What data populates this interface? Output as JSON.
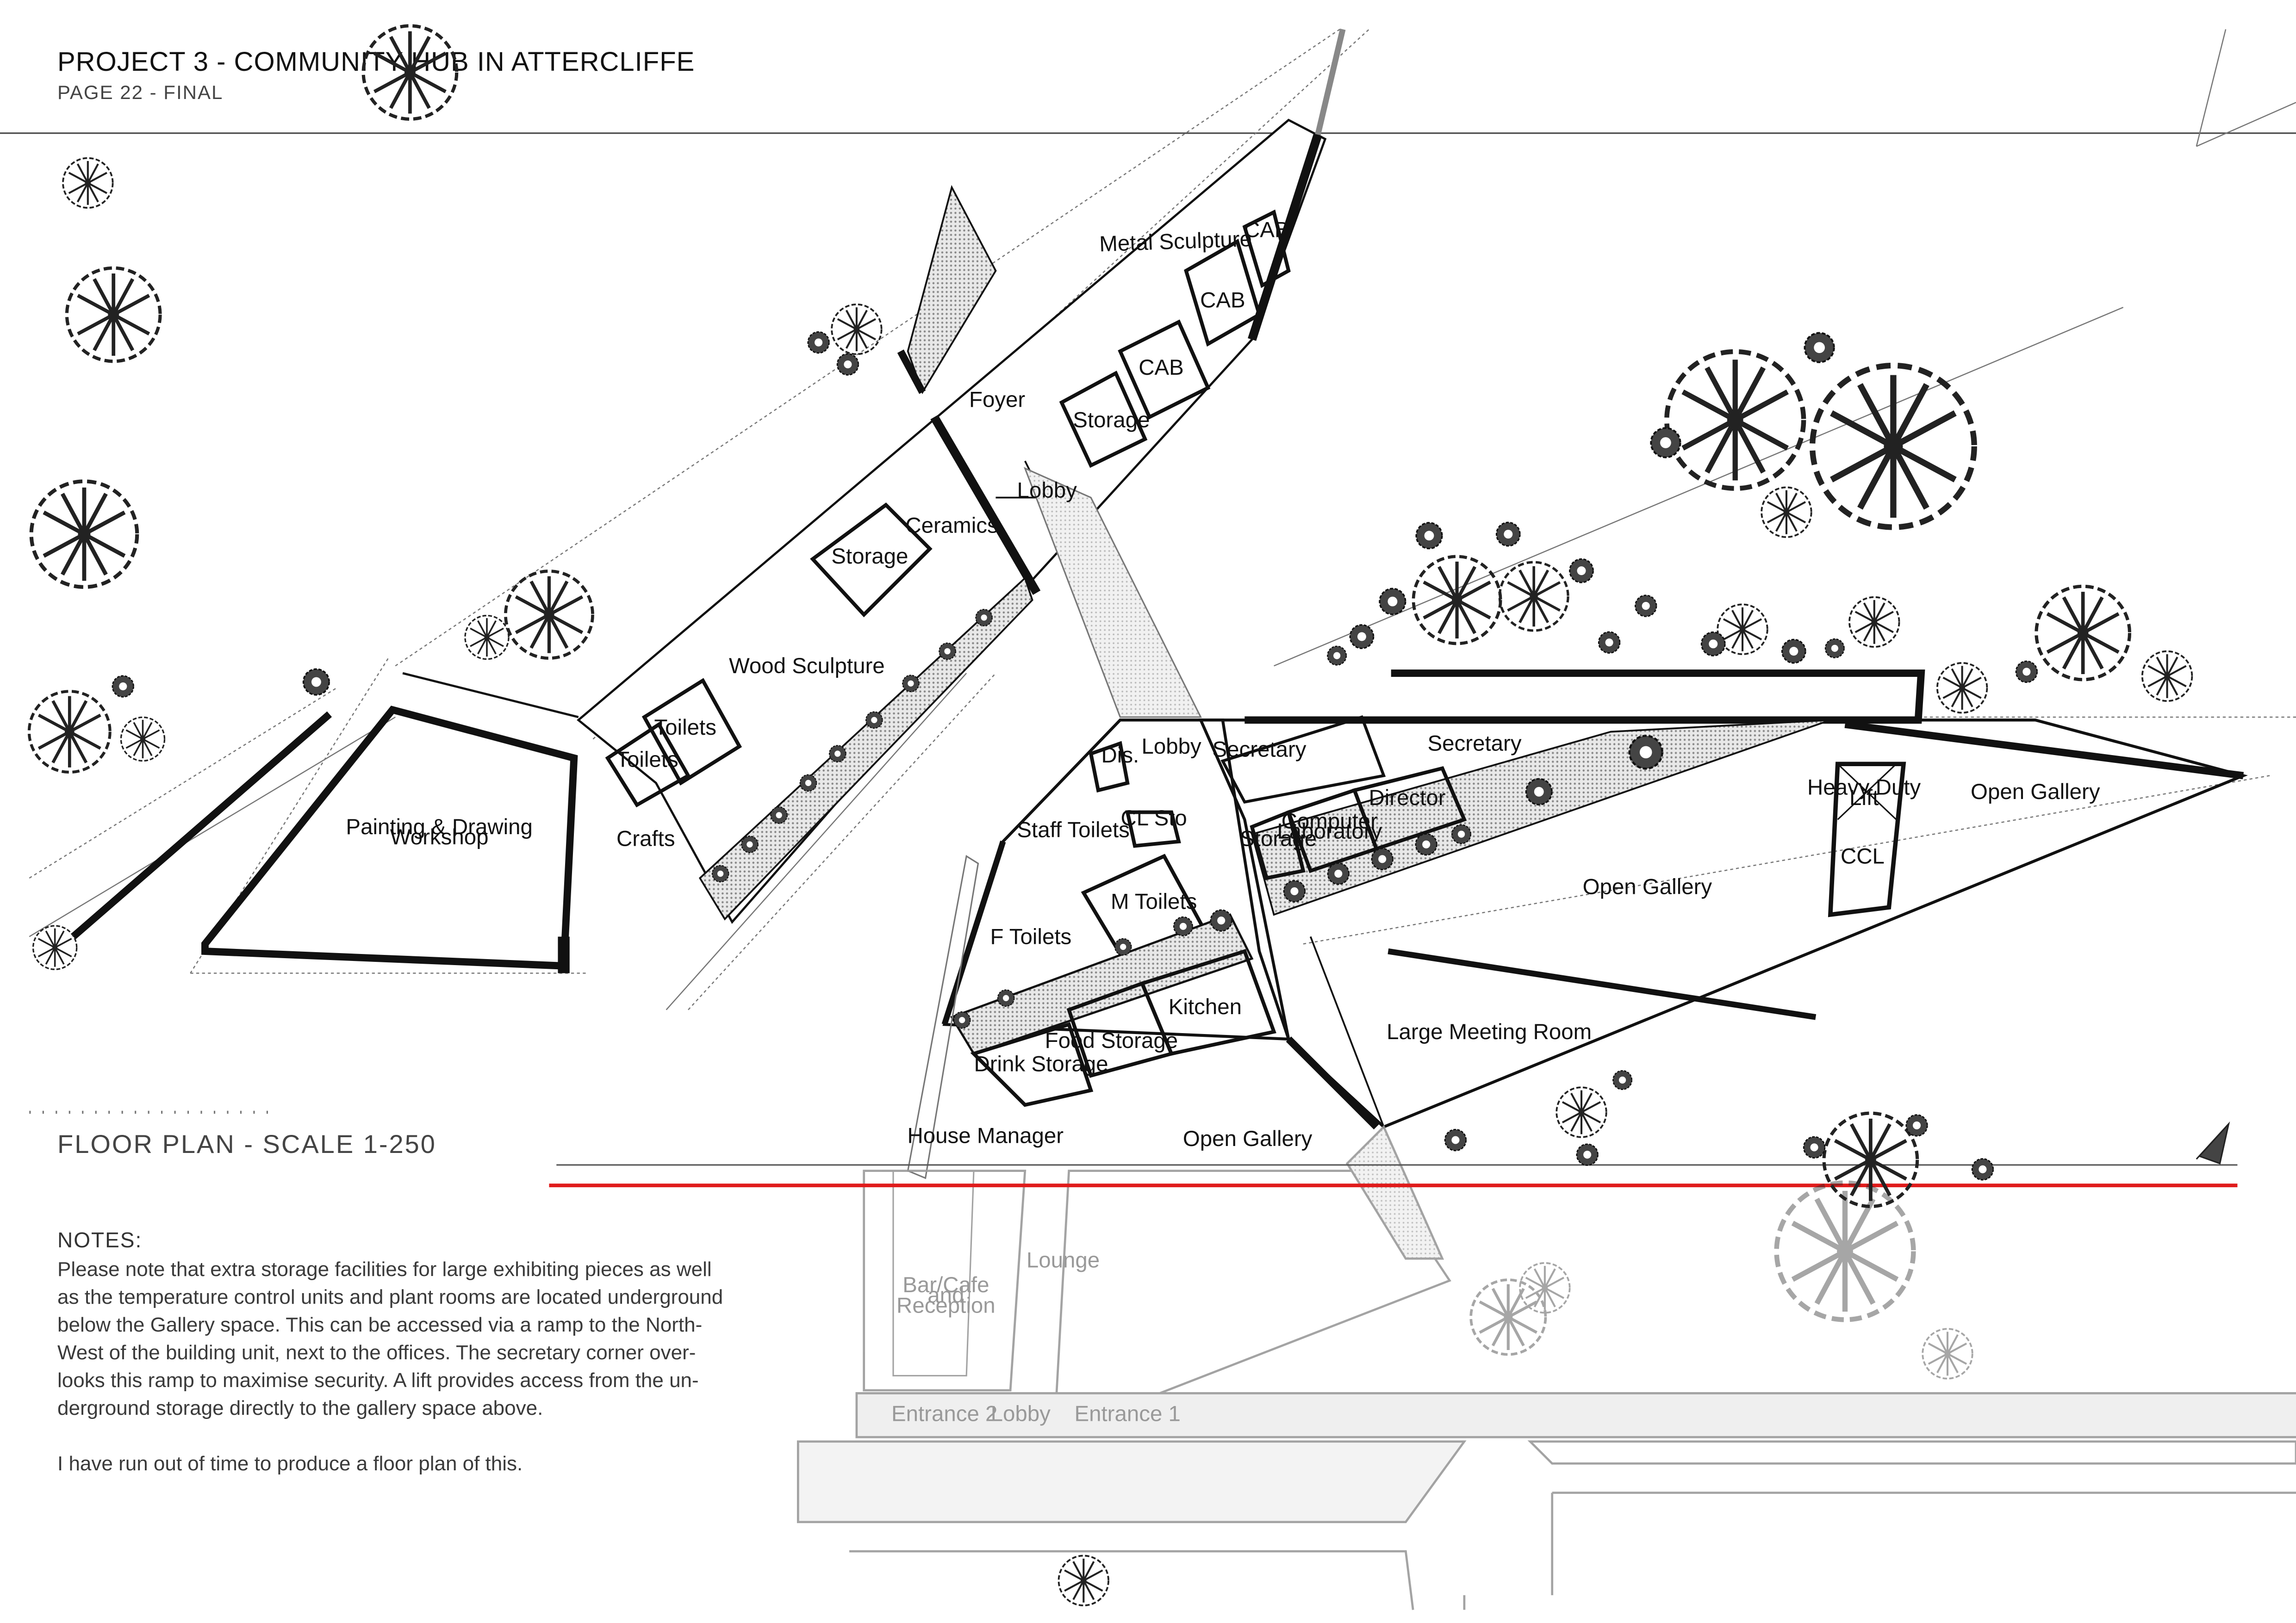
{
  "header": {
    "title": "PROJECT 3 - COMMUNITY HUB IN ATTERCLIFFE",
    "subtitle": "PAGE 22 - FINAL"
  },
  "plan_title": "FLOOR PLAN - SCALE 1-250",
  "notes": {
    "heading": "NOTES:",
    "lines": [
      "Please note that extra storage facilities for large exhibiting pieces as well",
      "as the temperature control units and plant rooms are located underground",
      "below the Gallery space. This can be accessed via a ramp to the North-",
      "West of the building unit, next to the offices. The secretary corner over-",
      "looks this ramp to maximise security. A lift provides access from the un-",
      "derground storage directly to the gallery space above."
    ],
    "footer": "I have run out of time to produce a floor plan of this."
  },
  "rooms": {
    "metal_sculpture": "Metal Sculpture",
    "cab1": "CAB",
    "cab2": "CAB",
    "cab3": "CAB",
    "foyer": "Foyer",
    "storage_a": "Storage",
    "lobby_n": "Lobby",
    "ceramics": "Ceramics",
    "storage_b": "Storage",
    "wood_sculpture": "Wood Sculpture",
    "toilets_a": "Toilets",
    "toilets_b": "Toilets",
    "crafts": "Crafts",
    "painting_1": "Painting & Drawing",
    "painting_2": "Workshop",
    "dis": "Dis.",
    "lobby_c": "Lobby",
    "secretary_a": "Secretary",
    "secretary_b": "Secretary",
    "staff_toilets": "Staff Toilets",
    "cl_sto": "CL Sto",
    "storage_c": "Storage",
    "computer_lab_1": "Computer",
    "computer_lab_2": "Laboratory",
    "director": "Director",
    "heavy_duty_1": "Heavy Duty",
    "heavy_duty_2": "Lift",
    "ccl": "CCL",
    "open_gallery_a": "Open Gallery",
    "open_gallery_b": "Open Gallery",
    "m_toilets": "M Toilets",
    "f_toilets": "F Toilets",
    "kitchen": "Kitchen",
    "food_storage": "Food Storage",
    "drink_storage": "Drink Storage",
    "large_meeting_room": "Large Meeting Room",
    "house_manager": "House Manager",
    "open_gallery_c": "Open Gallery",
    "lounge": "Lounge",
    "bar_1": "Bar/Cafe",
    "bar_2": "and",
    "bar_3": "Reception",
    "entrance_2": "Entrance 2",
    "lobby_s": "Lobby",
    "entrance_1": "Entrance 1"
  },
  "icons": {
    "north_arrow": "north-arrow-icon",
    "trees": "tree-icon"
  },
  "colors": {
    "accent_line": "#e01b1b",
    "wall": "#111111",
    "ghost": "#9a9a9a"
  }
}
